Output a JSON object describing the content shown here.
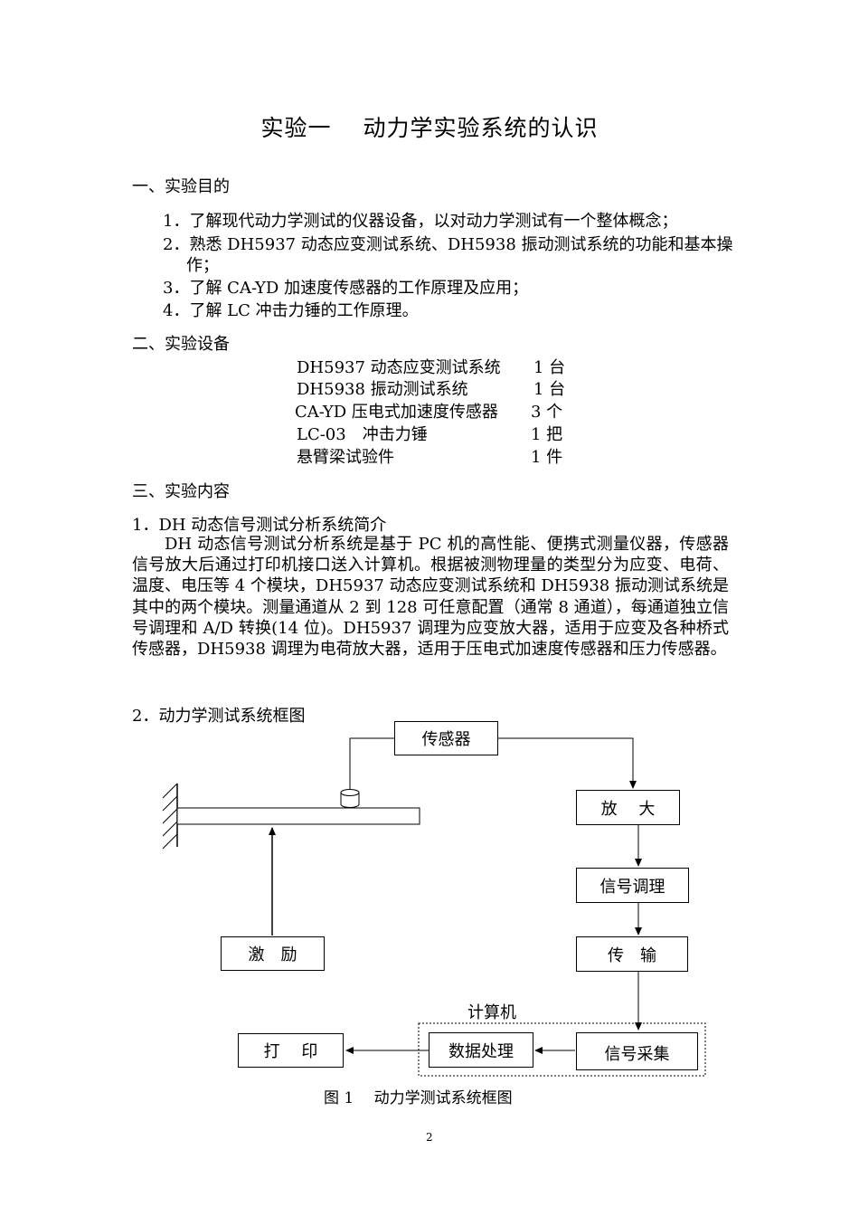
{
  "title": "实验一　 动力学实验系统的认识",
  "section1": {
    "heading": "一、实验目的",
    "items": [
      "1．了解现代动力学测试的仪器设备，以对动力学测试有一个整体概念；",
      "2．熟悉 DH5937 动态应变测试系统、DH5938 振动测试系统的功能和基本操",
      "作；",
      "3．了解 CA-YD 加速度传感器的工作原理及应用；",
      "4．了解 LC 冲击力锤的工作原理。"
    ]
  },
  "section2": {
    "heading": "二、实验设备",
    "equipment": [
      {
        "name": "DH5937 动态应变测试系统",
        "qty": "1 台"
      },
      {
        "name": "DH5938 振动测试系统",
        "qty": "1 台"
      },
      {
        "name": "CA-YD  压电式加速度传感器",
        "qty": "3  个"
      },
      {
        "name": "LC-03　冲击力锤",
        "qty": "1  把"
      },
      {
        "name": "悬臂梁试验件",
        "qty": "1  件"
      }
    ]
  },
  "section3": {
    "heading": "三、实验内容",
    "sub1_heading": "1．DH 动态信号测试分析系统简介",
    "sub1_body": "DH 动态信号测试分析系统是基于 PC 机的高性能、便携式测量仪器，传感器信号放大后通过打印机接口送入计算机。根据被测物理量的类型分为应变、电荷、温度、电压等 4 个模块，DH5937 动态应变测试系统和 DH5938 振动测试系统是其中的两个模块。测量通道从 2 到 128 可任意配置（通常 8 通道），每通道独立信号调理和 A/D 转换(14 位)。DH5937 调理为应变放大器，适用于应变及各种桥式传感器，DH5938 调理为电荷放大器，适用于压电式加速度传感器和压力传感器。",
    "sub2_heading": "2．动力学测试系统框图"
  },
  "diagram": {
    "sensor": "传感器",
    "amplify": "放　 大",
    "conditioning": "信号调理",
    "transmit": "传　输",
    "excite": "激　励",
    "computer": "计算机",
    "processing": "数据处理",
    "acquisition": "信号采集",
    "print": "打　 印"
  },
  "caption": "图  1　 动力学测试系统框图",
  "page_number": "2"
}
